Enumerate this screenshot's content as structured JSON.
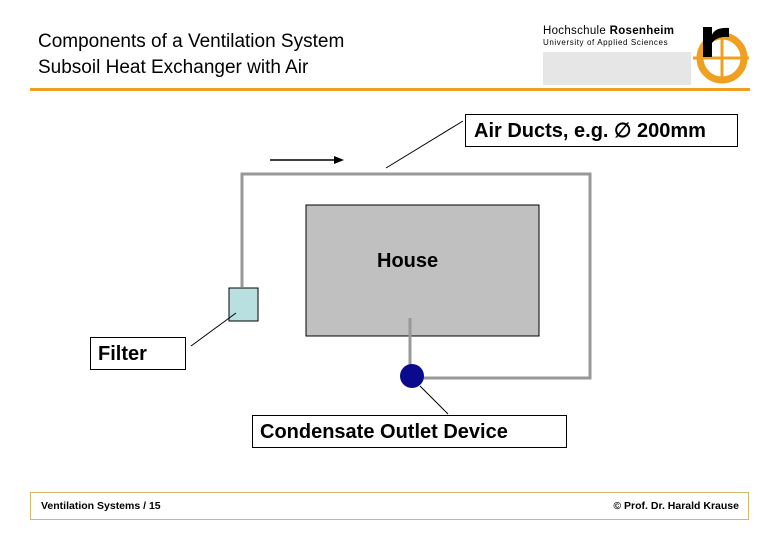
{
  "header": {
    "title_line1": "Components of a Ventilation System",
    "title_line2": "Subsoil Heat Exchanger with Air"
  },
  "logo": {
    "name_regular": "Hochschule ",
    "name_bold": "Rosenheim",
    "subtitle": "University of Applied Sciences",
    "accent_color": "#f0a020"
  },
  "diagram": {
    "house_label": "House",
    "air_ducts_label": "Air Ducts, e.g. ∅ 200mm",
    "filter_label": "Filter",
    "condensate_label": "Condensate Outlet Device",
    "colors": {
      "duct": "#999999",
      "house_fill": "#c0c0c0",
      "filter_fill": "#b8e0e0",
      "condensate_fill": "#0a0a8c"
    }
  },
  "footer": {
    "left": "Ventilation Systems / 15",
    "right": "© Prof. Dr. Harald Krause"
  }
}
